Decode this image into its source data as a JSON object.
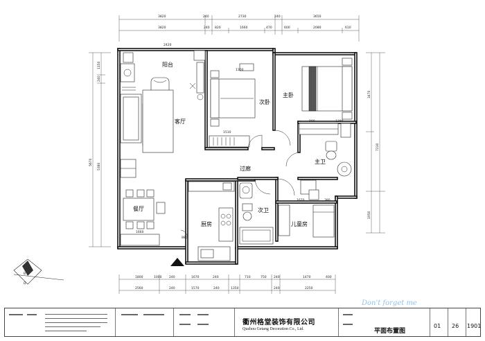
{
  "rooms": {
    "balcony": "阳台",
    "living_room": "客厅",
    "second_bedroom": "次卧",
    "master_bedroom": "主卧",
    "master_bath": "主卫",
    "hallway": "过廊",
    "dining_room": "餐厅",
    "kitchen": "厨房",
    "second_bath": "次卫",
    "kids_room": "儿童房"
  },
  "dimensions": {
    "top_outer": [
      "3820",
      "240",
      "2730",
      "240",
      "3650"
    ],
    "top_inner": [
      "3820",
      "240",
      "820",
      "1660",
      "470",
      "600",
      "2080",
      "610"
    ],
    "left_outer": [
      "1150",
      "240",
      "5380",
      "5670"
    ],
    "right_outer": [
      "3470",
      "7230",
      "1950"
    ],
    "bottom_inner": [
      "1800",
      "1000",
      "240",
      "1670",
      "240",
      "710",
      "750",
      "240",
      "1470",
      "400"
    ],
    "bottom_outer": [
      "2560",
      "240",
      "1570",
      "240",
      "1350",
      "240",
      "2250"
    ],
    "interior": [
      "2420",
      "1510",
      "1380",
      "900",
      "1300",
      "1660",
      "1670",
      "380",
      "880"
    ]
  },
  "title_block": {
    "company_cn": "衢州格堂装饰有限公司",
    "company_en": "Quzhou Getang Decoration Co., Ltd.",
    "drawing_title": "平面布置图",
    "stamp_text": "Don't forget me",
    "sheet_a": "01",
    "sheet_b": "26",
    "sheet_c": "1901"
  }
}
